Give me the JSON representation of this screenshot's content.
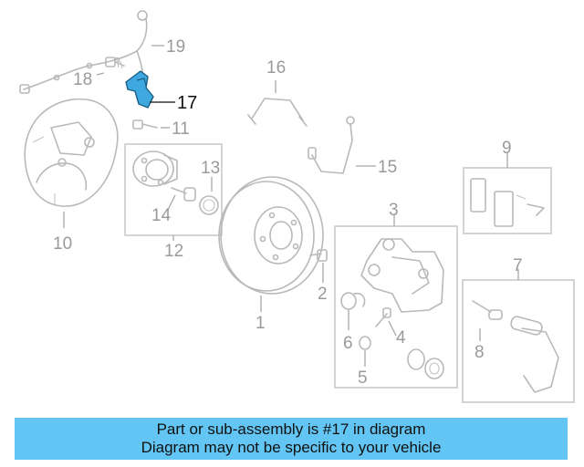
{
  "diagram": {
    "callouts": {
      "c1": "1",
      "c2": "2",
      "c3": "3",
      "c4": "4",
      "c5": "5",
      "c6": "6",
      "c7": "7",
      "c8": "8",
      "c9": "9",
      "c10": "10",
      "c11": "11",
      "c12": "12",
      "c13": "13",
      "c14": "14",
      "c15": "15",
      "c16": "16",
      "c17": "17",
      "c18": "18",
      "c19": "19"
    },
    "highlighted_part": "17",
    "highlight_color": "#3fa9df"
  },
  "banner": {
    "line1": "Part or sub-assembly is #17 in diagram",
    "line2": "Diagram may not be specific to your vehicle",
    "background": "#62c5f3"
  }
}
